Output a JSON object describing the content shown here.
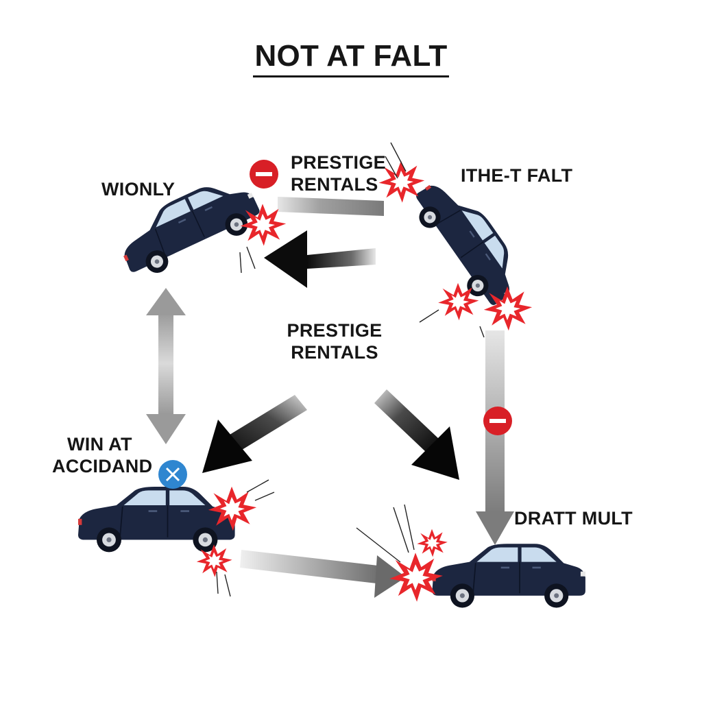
{
  "title": "NOT AT FALT",
  "labels": {
    "wionly": "WIONLY",
    "prestige_top": [
      "PRESTIGE",
      "RENTALS"
    ],
    "ithe_t_falt": "ITHE-T FALT",
    "prestige_center": [
      "PRESTIGE",
      "RENTALS"
    ],
    "win_at_accidand": [
      "WIN AT",
      "ACCIDAND"
    ],
    "dratt_mult": "DRATT MULT"
  },
  "icons": [
    "no-entry-icon",
    "close-circle-icon",
    "car-icon",
    "crash-burst-icon",
    "arrow-icon"
  ],
  "colors": {
    "car_body": "#1c2640",
    "window": "#c9dcee",
    "crash_red": "#e8262b",
    "no_entry_red": "#d81f26",
    "x_badge_blue": "#2f86d0",
    "arrow_dark": "#111111",
    "arrow_gray": "#8a8a8a"
  }
}
